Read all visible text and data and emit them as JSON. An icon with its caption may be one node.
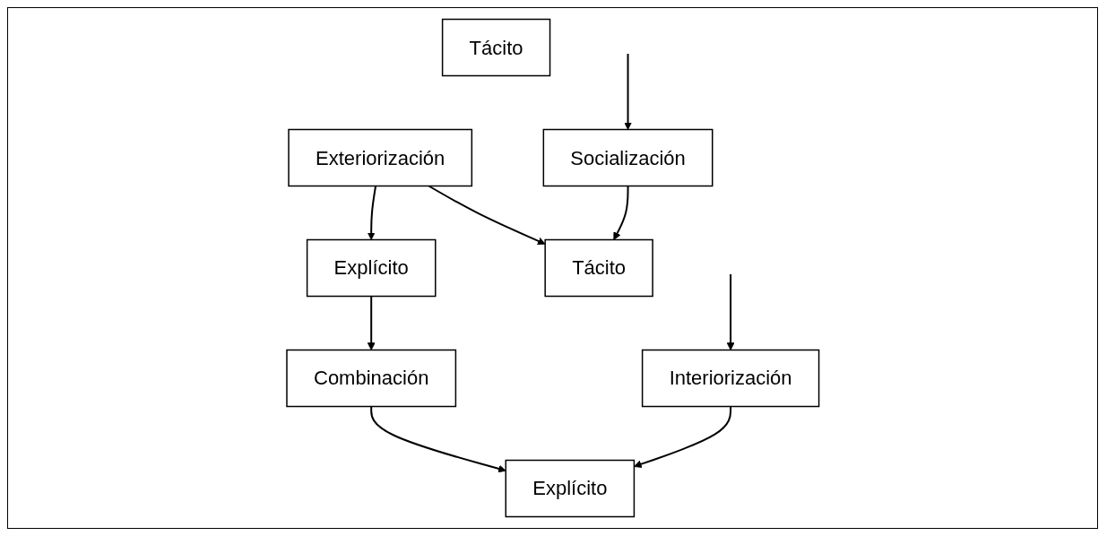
{
  "diagram": {
    "nodes": [
      {
        "text": [
          "Explícito"
        ]
      },
      {
        "text": [
          "Exteriorización"
        ]
      },
      {
        "text": [
          "Combinación"
        ]
      },
      {
        "text": [
          "Tácito"
        ]
      },
      {
        "text": [
          "Explícito"
        ]
      },
      {
        "text": [
          "Socialización"
        ]
      },
      {
        "text": [
          "Interiorización"
        ]
      },
      {
        "text": [
          "Tácito"
        ]
      }
    ],
    "edges": [
      {
        "from": 1,
        "to": 0,
        "arrow": "to"
      },
      {
        "from": 0,
        "to": 2,
        "arrow": "to"
      },
      {
        "from": 1,
        "to": 3,
        "arrow": "to"
      },
      {
        "from": 5,
        "to": 3,
        "arrow": "to"
      },
      {
        "from": 2,
        "to": 4,
        "arrow": "to"
      },
      {
        "from": 6,
        "to": 4,
        "arrow": "to"
      },
      {
        "from": null,
        "to": 5,
        "arrow": "to"
      },
      {
        "from": null,
        "to": 6,
        "arrow": "to"
      }
    ]
  }
}
